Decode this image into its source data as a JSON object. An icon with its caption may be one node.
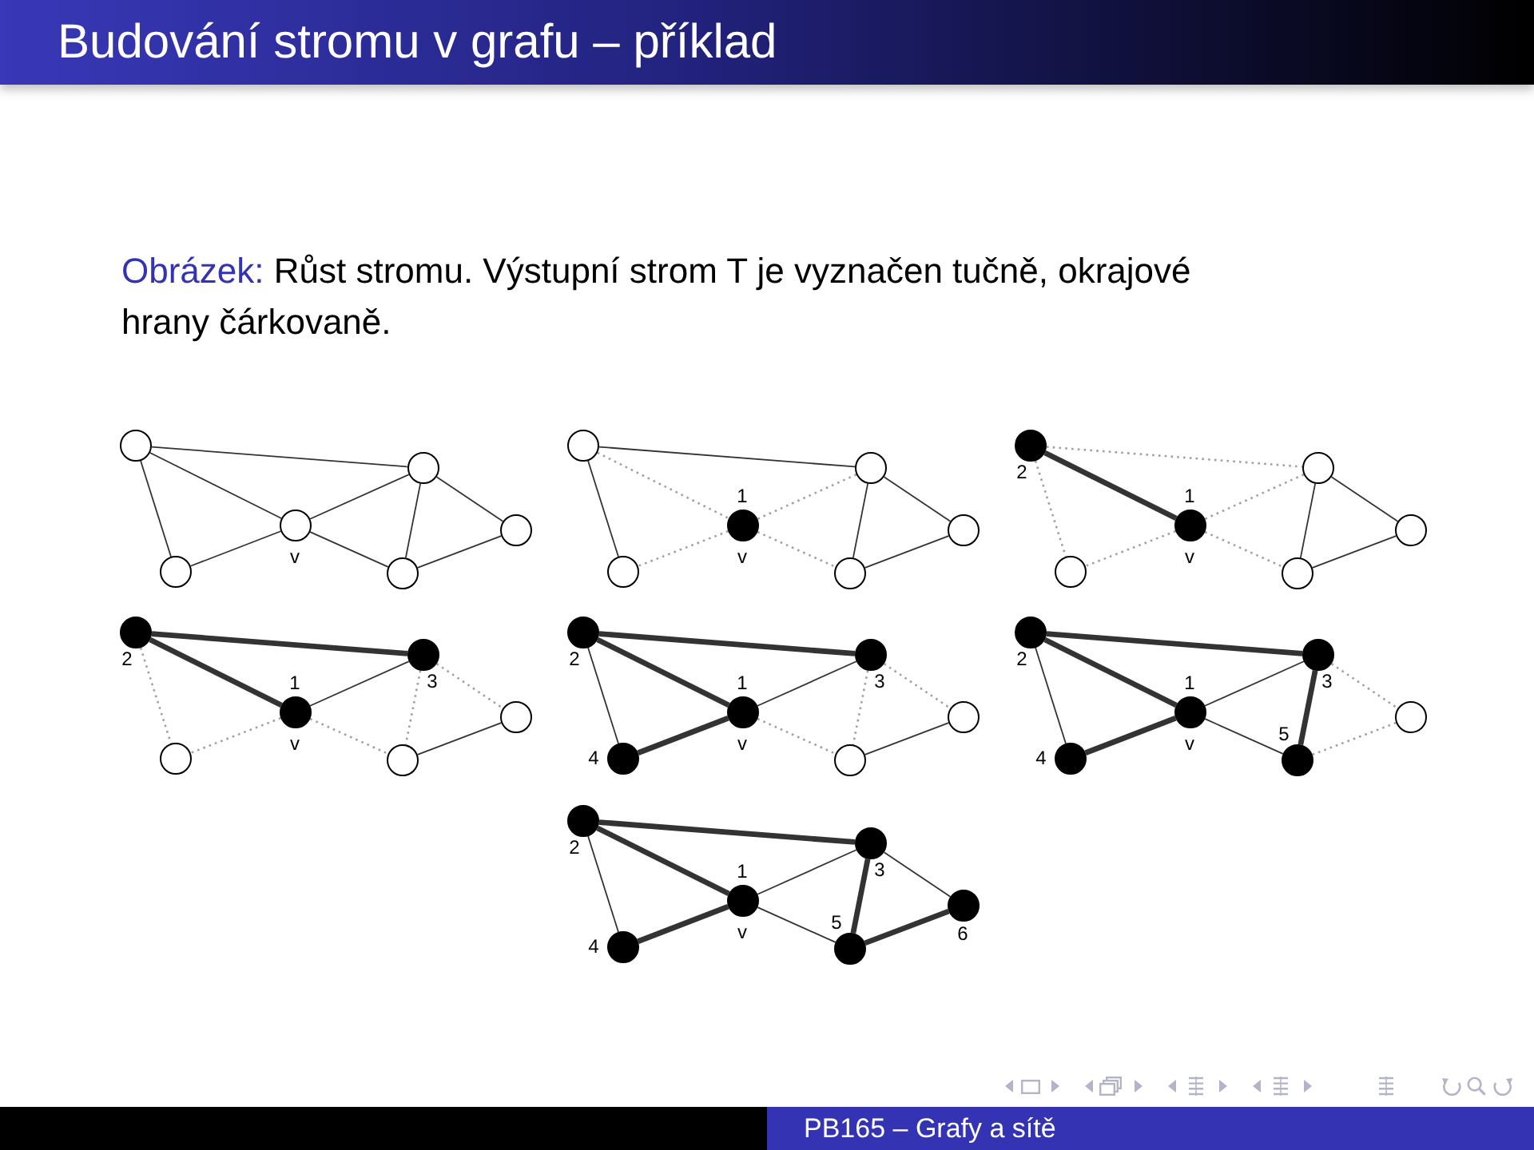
{
  "diagram": {
    "title": "Budování stromu v grafu – příklad",
    "caption": "Obrázek: Růst stromu. Výstupní strom T je vyznačen tučně, okrajové hrany čárkovaně.",
    "nodes": [
      {
        "text": [],
        "shape": "circle"
      },
      {
        "text": [],
        "shape": "circle"
      },
      {
        "text": [],
        "shape": "circle",
        "beside": [
          "v"
        ]
      },
      {
        "text": [],
        "shape": "circle"
      },
      {
        "text": [],
        "shape": "circle"
      },
      {
        "text": [],
        "shape": "circle"
      },
      {
        "text": [],
        "shape": "circle"
      },
      {
        "text": [],
        "shape": "circle"
      },
      {
        "text": [],
        "shape": "circle",
        "beside": [
          "1",
          "v"
        ]
      },
      {
        "text": [],
        "shape": "circle"
      },
      {
        "text": [],
        "shape": "circle"
      },
      {
        "text": [],
        "shape": "circle"
      },
      {
        "text": [],
        "shape": "circle",
        "beside": [
          "2"
        ]
      },
      {
        "text": [],
        "shape": "circle"
      },
      {
        "text": [],
        "shape": "circle",
        "beside": [
          "1",
          "v"
        ]
      },
      {
        "text": [],
        "shape": "circle"
      },
      {
        "text": [],
        "shape": "circle"
      },
      {
        "text": [],
        "shape": "circle"
      },
      {
        "text": [],
        "shape": "circle",
        "beside": [
          "2"
        ]
      },
      {
        "text": [],
        "shape": "circle",
        "beside": [
          "3"
        ]
      },
      {
        "text": [],
        "shape": "circle",
        "beside": [
          "1",
          "v"
        ]
      },
      {
        "text": [],
        "shape": "circle"
      },
      {
        "text": [],
        "shape": "circle"
      },
      {
        "text": [],
        "shape": "circle"
      },
      {
        "text": [],
        "shape": "circle",
        "beside": [
          "2"
        ]
      },
      {
        "text": [],
        "shape": "circle",
        "beside": [
          "3"
        ]
      },
      {
        "text": [],
        "shape": "circle",
        "beside": [
          "1",
          "v"
        ]
      },
      {
        "text": [],
        "shape": "circle"
      },
      {
        "text": [],
        "shape": "circle",
        "beside": [
          "4"
        ]
      },
      {
        "text": [],
        "shape": "circle"
      },
      {
        "text": [],
        "shape": "circle",
        "beside": [
          "2"
        ]
      },
      {
        "text": [],
        "shape": "circle",
        "beside": [
          "3"
        ]
      },
      {
        "text": [],
        "shape": "circle",
        "beside": [
          "1",
          "v"
        ]
      },
      {
        "text": [],
        "shape": "circle"
      },
      {
        "text": [],
        "shape": "circle",
        "beside": [
          "4"
        ]
      },
      {
        "text": [],
        "shape": "circle",
        "beside": [
          "5"
        ]
      },
      {
        "text": [],
        "shape": "circle",
        "beside": [
          "2"
        ]
      },
      {
        "text": [],
        "shape": "circle",
        "beside": [
          "3"
        ]
      },
      {
        "text": [],
        "shape": "circle",
        "beside": [
          "1",
          "v"
        ]
      },
      {
        "text": [],
        "shape": "circle",
        "beside": [
          "6"
        ]
      },
      {
        "text": [],
        "shape": "circle",
        "beside": [
          "4"
        ]
      },
      {
        "text": [],
        "shape": "circle",
        "beside": [
          "5"
        ]
      }
    ],
    "edges": [
      {
        "from": 0,
        "to": 1,
        "arrow": "none"
      },
      {
        "from": 0,
        "to": 2,
        "arrow": "none"
      },
      {
        "from": 0,
        "to": 4,
        "arrow": "none"
      },
      {
        "from": 1,
        "to": 2,
        "arrow": "none"
      },
      {
        "from": 1,
        "to": 5,
        "arrow": "none"
      },
      {
        "from": 1,
        "to": 3,
        "arrow": "none"
      },
      {
        "from": 2,
        "to": 4,
        "arrow": "none"
      },
      {
        "from": 2,
        "to": 5,
        "arrow": "none"
      },
      {
        "from": 5,
        "to": 3,
        "arrow": "none"
      },
      {
        "from": 6,
        "to": 7,
        "arrow": "none"
      },
      {
        "from": 6,
        "to": 8,
        "arrow": "none",
        "style": "dashed",
        "color": "#a0a0a0"
      },
      {
        "from": 6,
        "to": 10,
        "arrow": "none"
      },
      {
        "from": 7,
        "to": 8,
        "arrow": "none",
        "style": "dashed",
        "color": "#a0a0a0"
      },
      {
        "from": 7,
        "to": 11,
        "arrow": "none"
      },
      {
        "from": 7,
        "to": 9,
        "arrow": "none"
      },
      {
        "from": 8,
        "to": 10,
        "arrow": "none",
        "style": "dashed",
        "color": "#a0a0a0"
      },
      {
        "from": 8,
        "to": 11,
        "arrow": "none",
        "style": "dashed",
        "color": "#a0a0a0"
      },
      {
        "from": 11,
        "to": 9,
        "arrow": "none"
      },
      {
        "from": 12,
        "to": 13,
        "arrow": "none",
        "style": "dashed",
        "color": "#a0a0a0"
      },
      {
        "from": 12,
        "to": 14,
        "arrow": "none",
        "style": "thick"
      },
      {
        "from": 12,
        "to": 16,
        "arrow": "none",
        "style": "dashed",
        "color": "#a0a0a0"
      },
      {
        "from": 13,
        "to": 14,
        "arrow": "none",
        "style": "dashed",
        "color": "#a0a0a0"
      },
      {
        "from": 13,
        "to": 17,
        "arrow": "none"
      },
      {
        "from": 13,
        "to": 15,
        "arrow": "none"
      },
      {
        "from": 14,
        "to": 16,
        "arrow": "none",
        "style": "dashed",
        "color": "#a0a0a0"
      },
      {
        "from": 14,
        "to": 17,
        "arrow": "none",
        "style": "dashed",
        "color": "#a0a0a0"
      },
      {
        "from": 17,
        "to": 15,
        "arrow": "none"
      },
      {
        "from": 18,
        "to": 19,
        "arrow": "none",
        "style": "thick"
      },
      {
        "from": 18,
        "to": 20,
        "arrow": "none",
        "style": "thick"
      },
      {
        "from": 18,
        "to": 22,
        "arrow": "none",
        "style": "dashed",
        "color": "#a0a0a0"
      },
      {
        "from": 19,
        "to": 20,
        "arrow": "none"
      },
      {
        "from": 19,
        "to": 23,
        "arrow": "none",
        "style": "dashed",
        "color": "#a0a0a0"
      },
      {
        "from": 19,
        "to": 21,
        "arrow": "none",
        "style": "dashed",
        "color": "#a0a0a0"
      },
      {
        "from": 20,
        "to": 22,
        "arrow": "none",
        "style": "dashed",
        "color": "#a0a0a0"
      },
      {
        "from": 20,
        "to": 23,
        "arrow": "none",
        "style": "dashed",
        "color": "#a0a0a0"
      },
      {
        "from": 23,
        "to": 21,
        "arrow": "none"
      },
      {
        "from": 24,
        "to": 25,
        "arrow": "none",
        "style": "thick"
      },
      {
        "from": 24,
        "to": 26,
        "arrow": "none",
        "style": "thick"
      },
      {
        "from": 24,
        "to": 28,
        "arrow": "none"
      },
      {
        "from": 25,
        "to": 26,
        "arrow": "none"
      },
      {
        "from": 25,
        "to": 29,
        "arrow": "none",
        "style": "dashed",
        "color": "#a0a0a0"
      },
      {
        "from": 25,
        "to": 27,
        "arrow": "none",
        "style": "dashed",
        "color": "#a0a0a0"
      },
      {
        "from": 26,
        "to": 28,
        "arrow": "none",
        "style": "thick"
      },
      {
        "from": 26,
        "to": 29,
        "arrow": "none",
        "style": "dashed",
        "color": "#a0a0a0"
      },
      {
        "from": 29,
        "to": 27,
        "arrow": "none"
      },
      {
        "from": 30,
        "to": 31,
        "arrow": "none",
        "style": "thick"
      },
      {
        "from": 30,
        "to": 32,
        "arrow": "none",
        "style": "thick"
      },
      {
        "from": 30,
        "to": 34,
        "arrow": "none"
      },
      {
        "from": 31,
        "to": 32,
        "arrow": "none"
      },
      {
        "from": 31,
        "to": 35,
        "arrow": "none",
        "style": "thick"
      },
      {
        "from": 31,
        "to": 33,
        "arrow": "none",
        "style": "dashed",
        "color": "#a0a0a0"
      },
      {
        "from": 32,
        "to": 34,
        "arrow": "none",
        "style": "thick"
      },
      {
        "from": 32,
        "to": 35,
        "arrow": "none"
      },
      {
        "from": 35,
        "to": 33,
        "arrow": "none",
        "style": "dashed",
        "color": "#a0a0a0"
      },
      {
        "from": 36,
        "to": 37,
        "arrow": "none",
        "style": "thick"
      },
      {
        "from": 36,
        "to": 38,
        "arrow": "none",
        "style": "thick"
      },
      {
        "from": 36,
        "to": 40,
        "arrow": "none"
      },
      {
        "from": 37,
        "to": 38,
        "arrow": "none"
      },
      {
        "from": 37,
        "to": 41,
        "arrow": "none",
        "style": "thick"
      },
      {
        "from": 37,
        "to": 39,
        "arrow": "none"
      },
      {
        "from": 38,
        "to": 40,
        "arrow": "none",
        "style": "thick"
      },
      {
        "from": 38,
        "to": 41,
        "arrow": "none"
      },
      {
        "from": 41,
        "to": 39,
        "arrow": "none",
        "style": "thick"
      }
    ],
    "labels": [
      "PB165 – Grafy a sítě"
    ]
  }
}
